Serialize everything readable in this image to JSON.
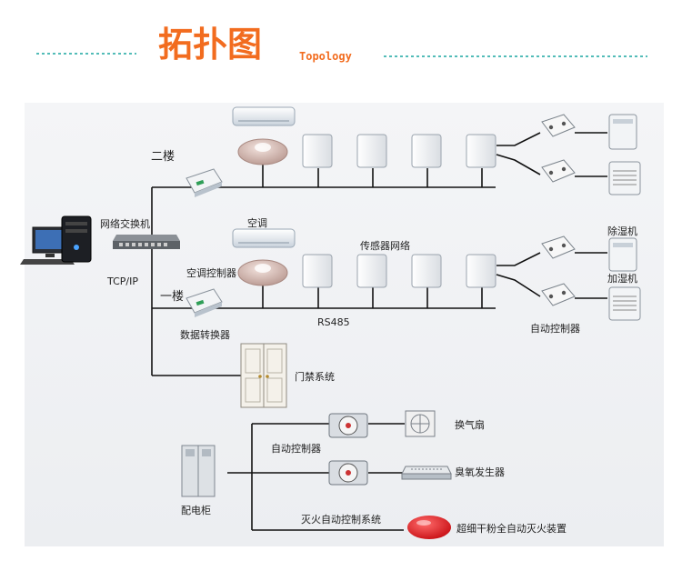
{
  "header": {
    "title": "拓扑图",
    "subtitle": "Topology",
    "accent_color": "#f26c1f",
    "dash_color": "#1aa6a0"
  },
  "labels": {
    "floor2": "二楼",
    "floor1": "一楼",
    "network_switch": "网络交换机",
    "tcpip": "TCP/IP",
    "ac": "空调",
    "ac_controller": "空调控制器",
    "sensor_network": "传感器网络",
    "rs485": "RS485",
    "data_converter": "数据转换器",
    "dehumidifier": "除湿机",
    "humidifier": "加湿机",
    "auto_controller_right": "自动控制器",
    "access_control": "门禁系统",
    "exhaust_fan": "换气扇",
    "auto_controller_bottom": "自动控制器",
    "ozone_generator": "臭氧发生器",
    "distribution_cabinet": "配电柜",
    "fire_control_system": "灭火自动控制系统",
    "fire_device": "超细干粉全自动灭火装置"
  }
}
